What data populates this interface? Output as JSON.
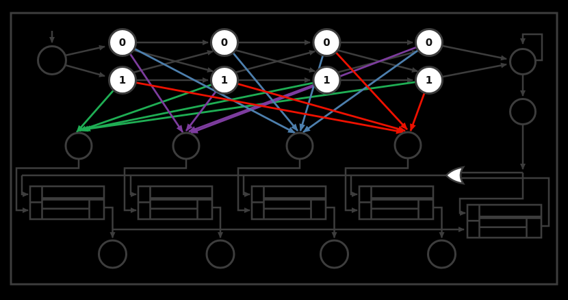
{
  "diagram": {
    "kind": "trellis-decoder-diagram",
    "background": "#000000"
  },
  "colors": {
    "background": "#000000",
    "outline": "#3d3d3d",
    "node_fill": "#ffffff",
    "node_text": "#111111",
    "green": "#1fae54",
    "purple": "#7d3c9e",
    "blue": "#4d7fad",
    "red": "#ee1100",
    "gate_fill": "#ffffff"
  },
  "trellis": {
    "columns": [
      {
        "nodes": [
          {
            "label": "0"
          },
          {
            "label": "1"
          }
        ]
      },
      {
        "nodes": [
          {
            "label": "0"
          },
          {
            "label": "1"
          }
        ]
      },
      {
        "nodes": [
          {
            "label": "0"
          },
          {
            "label": "1"
          }
        ]
      },
      {
        "nodes": [
          {
            "label": "0"
          },
          {
            "label": "1"
          }
        ]
      }
    ]
  },
  "branch_fans": [
    {
      "color_name": "green",
      "target": "metric-unit-1"
    },
    {
      "color_name": "purple",
      "target": "metric-unit-2"
    },
    {
      "color_name": "blue",
      "target": "metric-unit-3"
    },
    {
      "color_name": "red",
      "target": "metric-unit-4"
    }
  ],
  "units": {
    "metric_circles": 4,
    "register_blocks": 5,
    "output_circles": 4
  }
}
